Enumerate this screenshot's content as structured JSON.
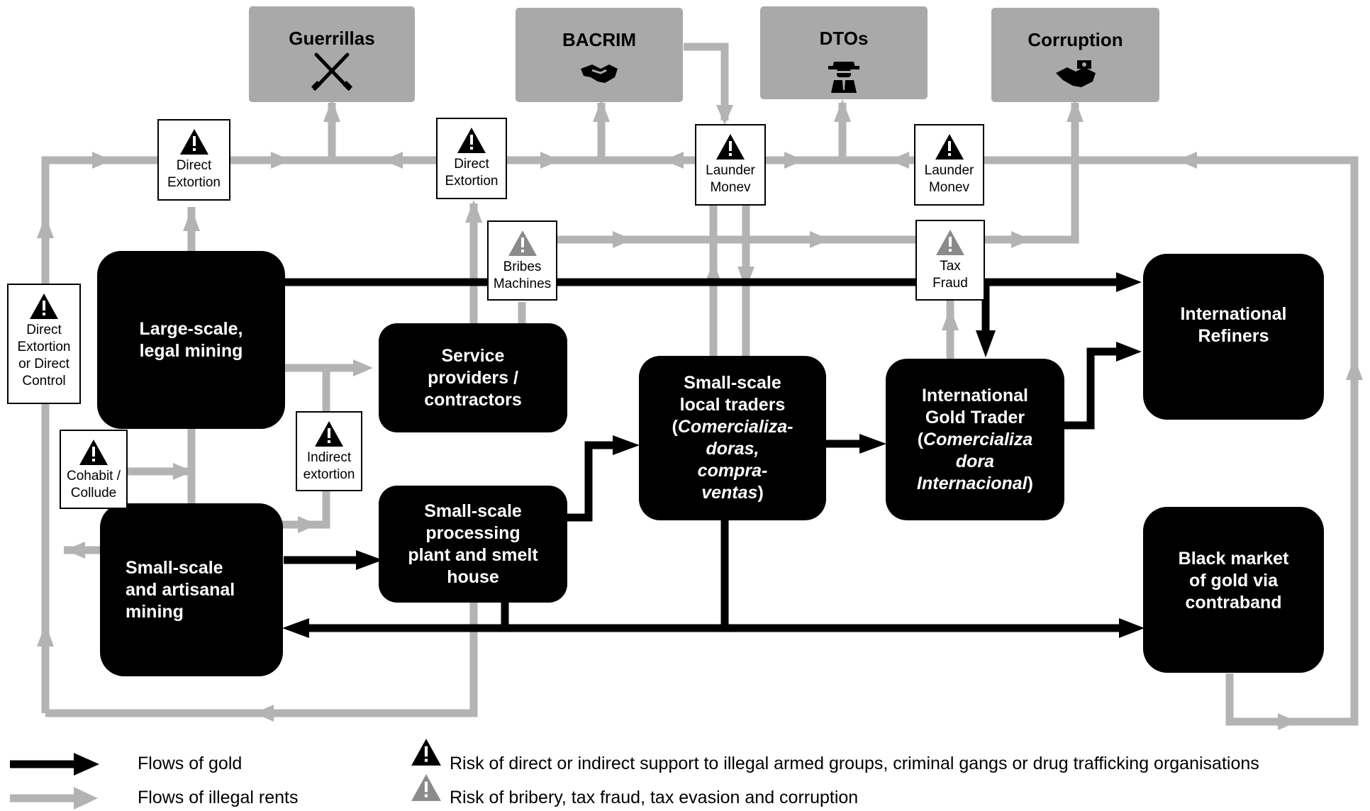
{
  "actors": {
    "guerrillas": {
      "label": "Guerrillas",
      "icon": "crossed-rifles-icon"
    },
    "bacrim": {
      "label": "BACRIM",
      "icon": "handshake-icon"
    },
    "dtos": {
      "label": "DTOs",
      "icon": "hat-man-icon"
    },
    "corruption": {
      "label": "Corruption",
      "icon": "money-handshake-icon"
    }
  },
  "nodes": {
    "large_scale": {
      "lines": [
        "Large-scale,",
        "legal mining"
      ]
    },
    "small_artisanal": {
      "lines": [
        "Small-scale",
        "and artisanal",
        "mining"
      ]
    },
    "service_providers": {
      "lines": [
        "Service",
        "providers /",
        "contractors"
      ]
    },
    "processing_plant": {
      "lines": [
        "Small-scale",
        "processing",
        "plant and smelt",
        "house"
      ]
    },
    "local_traders": {
      "lines": [
        "Small-scale",
        "local traders",
        "(",
        "Comercializa-",
        "doras,",
        "compra-",
        "ventas",
        ")"
      ]
    },
    "intl_trader": {
      "lines": [
        "International",
        "Gold Trader",
        "(",
        "Comercializa",
        "dora",
        "Internacional",
        ")"
      ]
    },
    "intl_refiners": {
      "lines": [
        "International",
        "Refiners"
      ]
    },
    "black_market": {
      "lines": [
        "Black market",
        "of gold via",
        "contraband"
      ]
    }
  },
  "risks": {
    "direct_extortion_1": {
      "lines": [
        "Direct",
        "Extortion"
      ],
      "kind": "armed-groups"
    },
    "direct_extortion_2": {
      "lines": [
        "Direct",
        "Extortion"
      ],
      "kind": "armed-groups"
    },
    "launder_1": {
      "lines": [
        "Launder",
        "Monev"
      ],
      "kind": "armed-groups"
    },
    "launder_2": {
      "lines": [
        "Launder",
        "Monev"
      ],
      "kind": "armed-groups"
    },
    "bribes": {
      "lines": [
        "Bribes",
        "Machines"
      ],
      "kind": "corruption"
    },
    "tax_fraud": {
      "lines": [
        "Tax",
        "Fraud"
      ],
      "kind": "corruption"
    },
    "direct_control": {
      "lines": [
        "Direct",
        "Extortion",
        "or Direct",
        "Control"
      ],
      "kind": "armed-groups"
    },
    "cohabit": {
      "lines": [
        "Cohabit /",
        "Collude"
      ],
      "kind": "armed-groups"
    },
    "indirect": {
      "lines": [
        "Indirect",
        "extortion"
      ],
      "kind": "armed-groups"
    }
  },
  "legend": {
    "gold_flow": "Flows of gold",
    "rent_flow": "Flows of illegal rents",
    "risk_armed": "Risk of direct or indirect support to illegal armed groups, criminal gangs or drug trafficking organisations",
    "risk_corruption": "Risk of bribery, tax fraud, tax evasion and corruption"
  },
  "colors": {
    "gold_flow": "#000000",
    "rent_flow": "#b3b3b3",
    "actor_box": "#a9a9a9",
    "node_box": "#000000"
  }
}
